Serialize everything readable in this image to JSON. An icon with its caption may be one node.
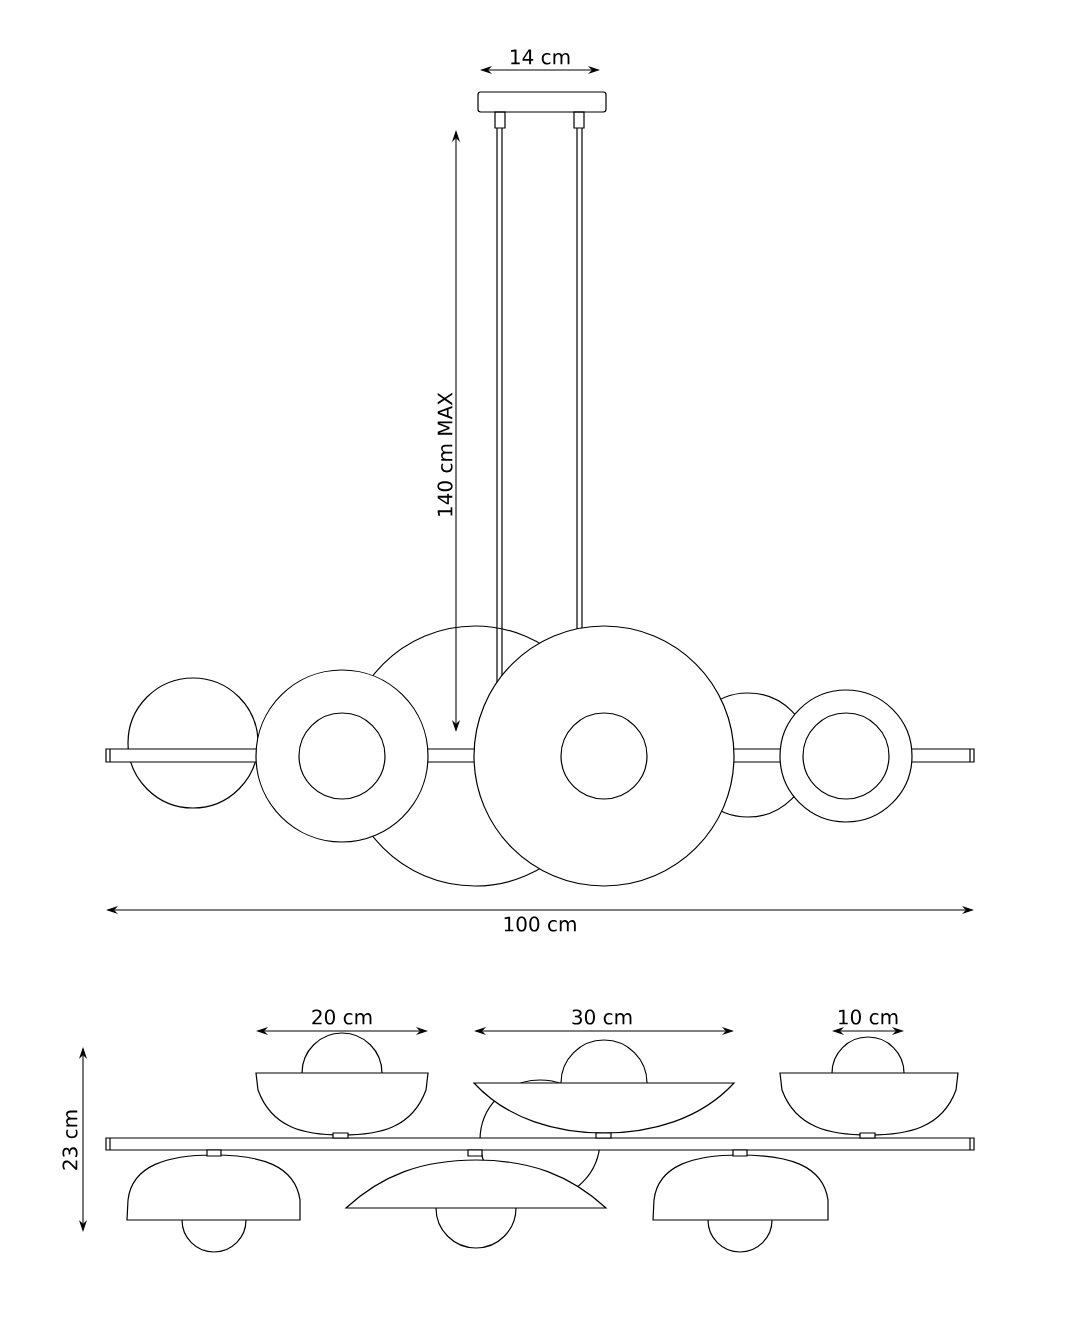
{
  "diagram": {
    "labels": [
      "14 cm",
      "140 cm MAX",
      "100 cm",
      "20 cm",
      "30 cm",
      "10 cm",
      "23 cm"
    ]
  }
}
